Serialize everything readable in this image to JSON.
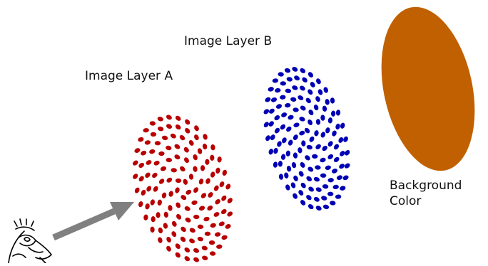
{
  "diagram": {
    "labels": {
      "layer_a": "Image Layer A",
      "layer_b": "Image Layer B",
      "background_line1": "Background",
      "background_line2": "Color"
    },
    "colors": {
      "layer_a_dots": "#b80000",
      "layer_b_dots": "#0000b4",
      "background_fill": "#c06000",
      "arrow": "#808080",
      "eye_stroke": "#000000"
    },
    "icons": {
      "viewer": "eye-icon",
      "direction": "arrow-icon"
    }
  }
}
